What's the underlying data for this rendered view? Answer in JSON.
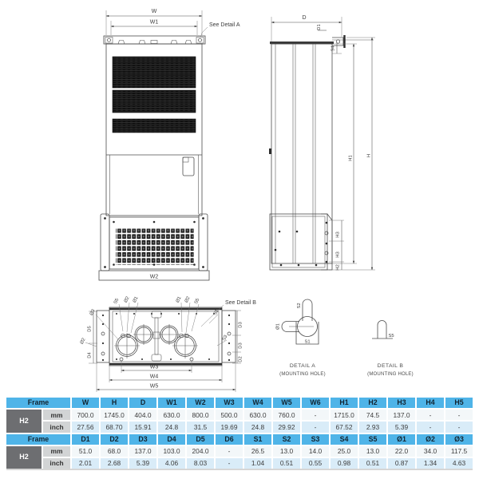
{
  "labels": {
    "w": "W",
    "w1": "W1",
    "w2": "W2",
    "w3": "W3",
    "w4": "W4",
    "w5": "W5",
    "d": "D",
    "d1": "D1",
    "d2": "D2",
    "d3": "D3",
    "d4": "D4",
    "d5": "D5",
    "h": "H",
    "h1": "H1",
    "h2": "H2",
    "h3": "H3",
    "s1": "S1",
    "s2": "S2",
    "s3": "S3",
    "s4": "S4",
    "s5": "S5",
    "o1": "Ø1",
    "o2": "Ø2",
    "o3": "Ø3",
    "see_detail_a": "See Detail A",
    "see_detail_b": "See Detail B"
  },
  "detail_a": {
    "title": "DETAIL A",
    "subtitle": "(MOUNTING HOLE)"
  },
  "detail_b": {
    "title": "DETAIL B",
    "subtitle": "(MOUNTING HOLE)"
  },
  "table": {
    "frame_label": "Frame",
    "row_label": "H2",
    "unit_mm": "mm",
    "unit_inch": "inch",
    "colors": {
      "header_bg": "#4fb4e8",
      "row_label_bg": "#6d6e71",
      "unit_bg": "#d2d4d5",
      "mm_row_bg": "#f3f7f9",
      "inch_row_bg": "#d9ecf8"
    },
    "section1": {
      "headers": [
        "W",
        "H",
        "D",
        "W1",
        "W2",
        "W3",
        "W4",
        "W5",
        "W6",
        "H1",
        "H2",
        "H3",
        "H4",
        "H5"
      ],
      "mm": [
        "700.0",
        "1745.0",
        "404.0",
        "630.0",
        "800.0",
        "500.0",
        "630.0",
        "760.0",
        "-",
        "1715.0",
        "74.5",
        "137.0",
        "-",
        "-"
      ],
      "inch": [
        "27.56",
        "68.70",
        "15.91",
        "24.8",
        "31.5",
        "19.69",
        "24.8",
        "29.92",
        "-",
        "67.52",
        "2.93",
        "5.39",
        "-",
        "-"
      ]
    },
    "section2": {
      "headers": [
        "D1",
        "D2",
        "D3",
        "D4",
        "D5",
        "D6",
        "S1",
        "S2",
        "S3",
        "S4",
        "S5",
        "Ø1",
        "Ø2",
        "Ø3"
      ],
      "mm": [
        "51.0",
        "68.0",
        "137.0",
        "103.0",
        "204.0",
        "-",
        "26.5",
        "13.0",
        "14.0",
        "25.0",
        "13.0",
        "22.0",
        "34.0",
        "117.5"
      ],
      "inch": [
        "2.01",
        "2.68",
        "5.39",
        "4.06",
        "8.03",
        "-",
        "1.04",
        "0.51",
        "0.55",
        "0.98",
        "0.51",
        "0.87",
        "1.34",
        "4.63"
      ]
    }
  }
}
